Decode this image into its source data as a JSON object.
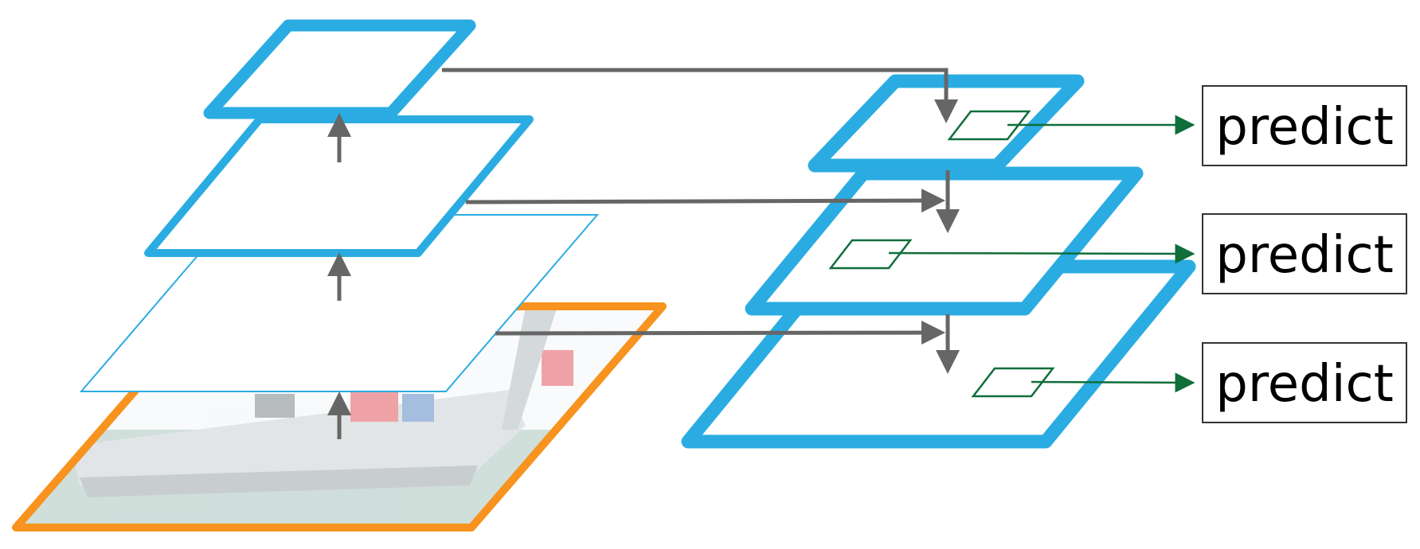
{
  "colors": {
    "feature_map_stroke": "#2aace2",
    "input_image_border": "#f7931e",
    "pathway_arrow": "#666666",
    "prediction_arrow": "#0f6e3a",
    "predict_box_border": "#333333",
    "image_sea": "#cfe0dc",
    "image_sky": "#eef2f5"
  },
  "icons": {
    "input_image": "sailboat-photo"
  },
  "predictions": [
    {
      "label": "predict"
    },
    {
      "label": "predict"
    },
    {
      "label": "predict"
    }
  ]
}
